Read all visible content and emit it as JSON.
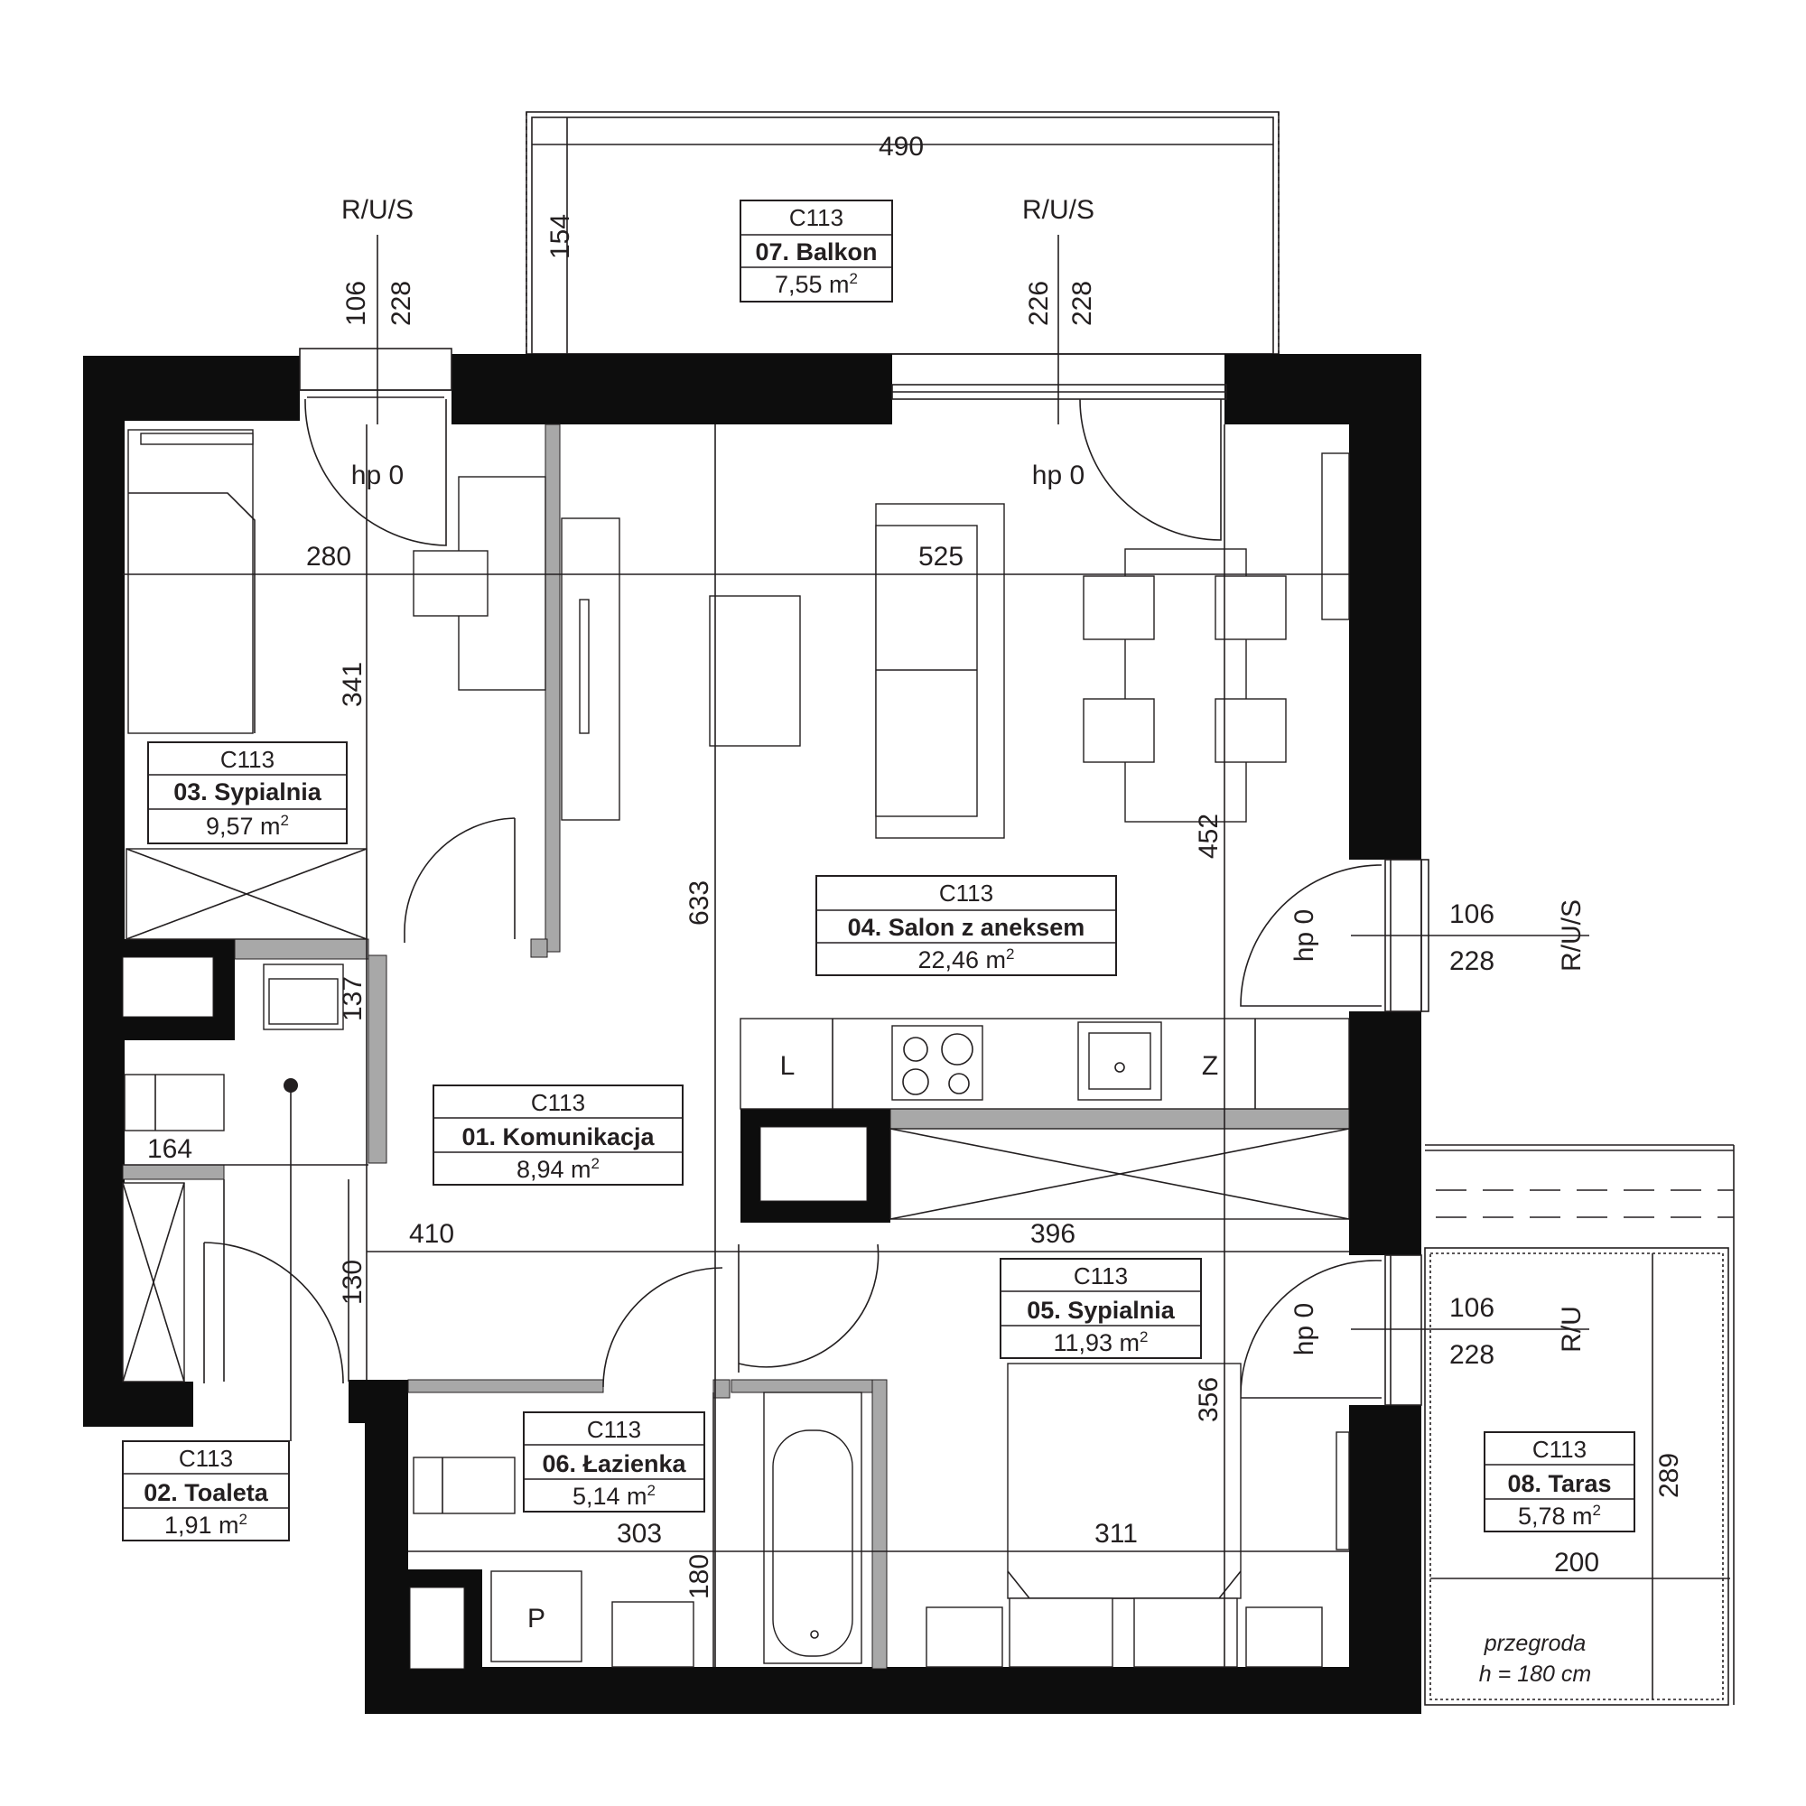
{
  "rooms": [
    {
      "code": "C113",
      "name": "01. Komunikacja",
      "area": "8,94 m",
      "sup": "2"
    },
    {
      "code": "C113",
      "name": "02. Toaleta",
      "area": "1,91 m",
      "sup": "2"
    },
    {
      "code": "C113",
      "name": "03. Sypialnia",
      "area": "9,57 m",
      "sup": "2"
    },
    {
      "code": "C113",
      "name": "04. Salon z aneksem",
      "area": "22,46 m",
      "sup": "2"
    },
    {
      "code": "C113",
      "name": "05. Sypialnia",
      "area": "11,93 m",
      "sup": "2"
    },
    {
      "code": "C113",
      "name": "06. Łazienka",
      "area": "5,14 m",
      "sup": "2"
    },
    {
      "code": "C113",
      "name": "07. Balkon",
      "area": "7,55 m",
      "sup": "2"
    },
    {
      "code": "C113",
      "name": "08. Taras",
      "area": "5,78 m",
      "sup": "2"
    }
  ],
  "dimensions": {
    "balcony_width": "490",
    "balcony_depth": "154",
    "bedroom03_width": "280",
    "bedroom03_depth": "341",
    "living_width": "525",
    "living_depth": "452",
    "hall_depth": "633",
    "hall_width": "410",
    "toilet_width": "164",
    "toilet_depth": "137",
    "hall_short": "130",
    "bedroom05_width": "396",
    "bedroom05_depth": "356",
    "bath_width": "303",
    "bath_depth": "180",
    "bedroom05_inner": "311",
    "terrace_width": "200",
    "terrace_depth": "289"
  },
  "openings": [
    {
      "type": "R/U/S",
      "sill": "106",
      "height": "228",
      "door": "hp 0"
    },
    {
      "type": "R/U/S",
      "sill": "226",
      "height": "228",
      "door": "hp 0"
    },
    {
      "type": "R/U/S",
      "sill": "106",
      "height": "228",
      "door": "hp 0"
    },
    {
      "type": "R/U",
      "sill": "106",
      "height": "228",
      "door": "hp 0"
    }
  ],
  "fixtures": {
    "kitchen_left": "L",
    "kitchen_right": "Z",
    "bath_p": "P"
  },
  "note": {
    "line1": "przegroda",
    "line2": "h = 180 cm"
  }
}
